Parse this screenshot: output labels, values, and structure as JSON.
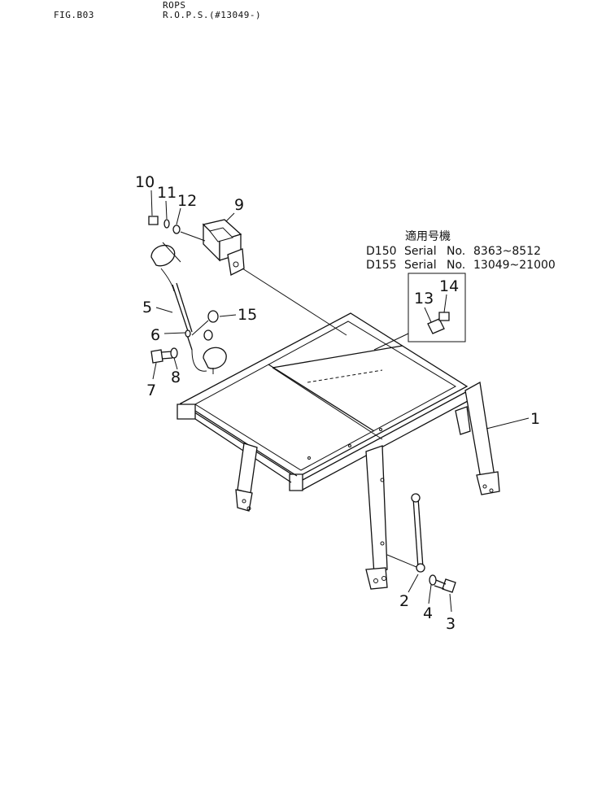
{
  "header": {
    "figure_no": "FIG.B03",
    "section": "ROPS",
    "subtitle": "R.O.P.S.(#13049-)"
  },
  "applicability_note": {
    "heading": "適用号機",
    "rows": [
      {
        "model": "D150",
        "label": "Serial",
        "no": "No.",
        "range": "8363~8512"
      },
      {
        "model": "D155",
        "label": "Serial",
        "no": "No.",
        "range": "13049~21000"
      }
    ]
  },
  "callouts": [
    "1",
    "2",
    "3",
    "4",
    "5",
    "6",
    "7",
    "8",
    "9",
    "10",
    "11",
    "12",
    "13",
    "14",
    "15"
  ]
}
